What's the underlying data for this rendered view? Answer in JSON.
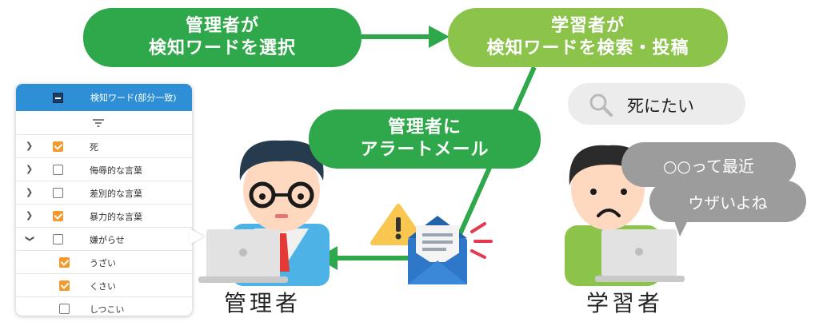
{
  "nodes": {
    "admin_select": [
      "管理者が",
      "検知ワードを選択"
    ],
    "learner_search": [
      "学習者が",
      "検知ワードを検索・投稿"
    ],
    "admin_alert": [
      "管理者に",
      "アラートメール"
    ]
  },
  "panel": {
    "header": "検知ワード(部分一致)",
    "rows": [
      {
        "label": "死",
        "checked": true,
        "expand": "right"
      },
      {
        "label": "侮辱的な言葉",
        "checked": false,
        "expand": "right"
      },
      {
        "label": "差別的な言葉",
        "checked": false,
        "expand": "right"
      },
      {
        "label": "暴力的な言葉",
        "checked": true,
        "expand": "right"
      },
      {
        "label": "嫌がらせ",
        "checked": false,
        "expand": "down"
      },
      {
        "label": "うざい",
        "checked": true,
        "child": true
      },
      {
        "label": "くさい",
        "checked": true,
        "child": true
      },
      {
        "label": "しつこい",
        "checked": false,
        "child": true
      }
    ]
  },
  "search": {
    "query": "死にたい"
  },
  "chat": [
    "○○って最近",
    "ウザいよね"
  ],
  "actors": {
    "admin": "管理者",
    "learner": "学習者"
  },
  "colors": {
    "green": "#2ea84a",
    "light_green": "#8cc34b",
    "blue": "#2f8fd6",
    "orange": "#f39a2e",
    "gray": "#9c9c9c"
  }
}
